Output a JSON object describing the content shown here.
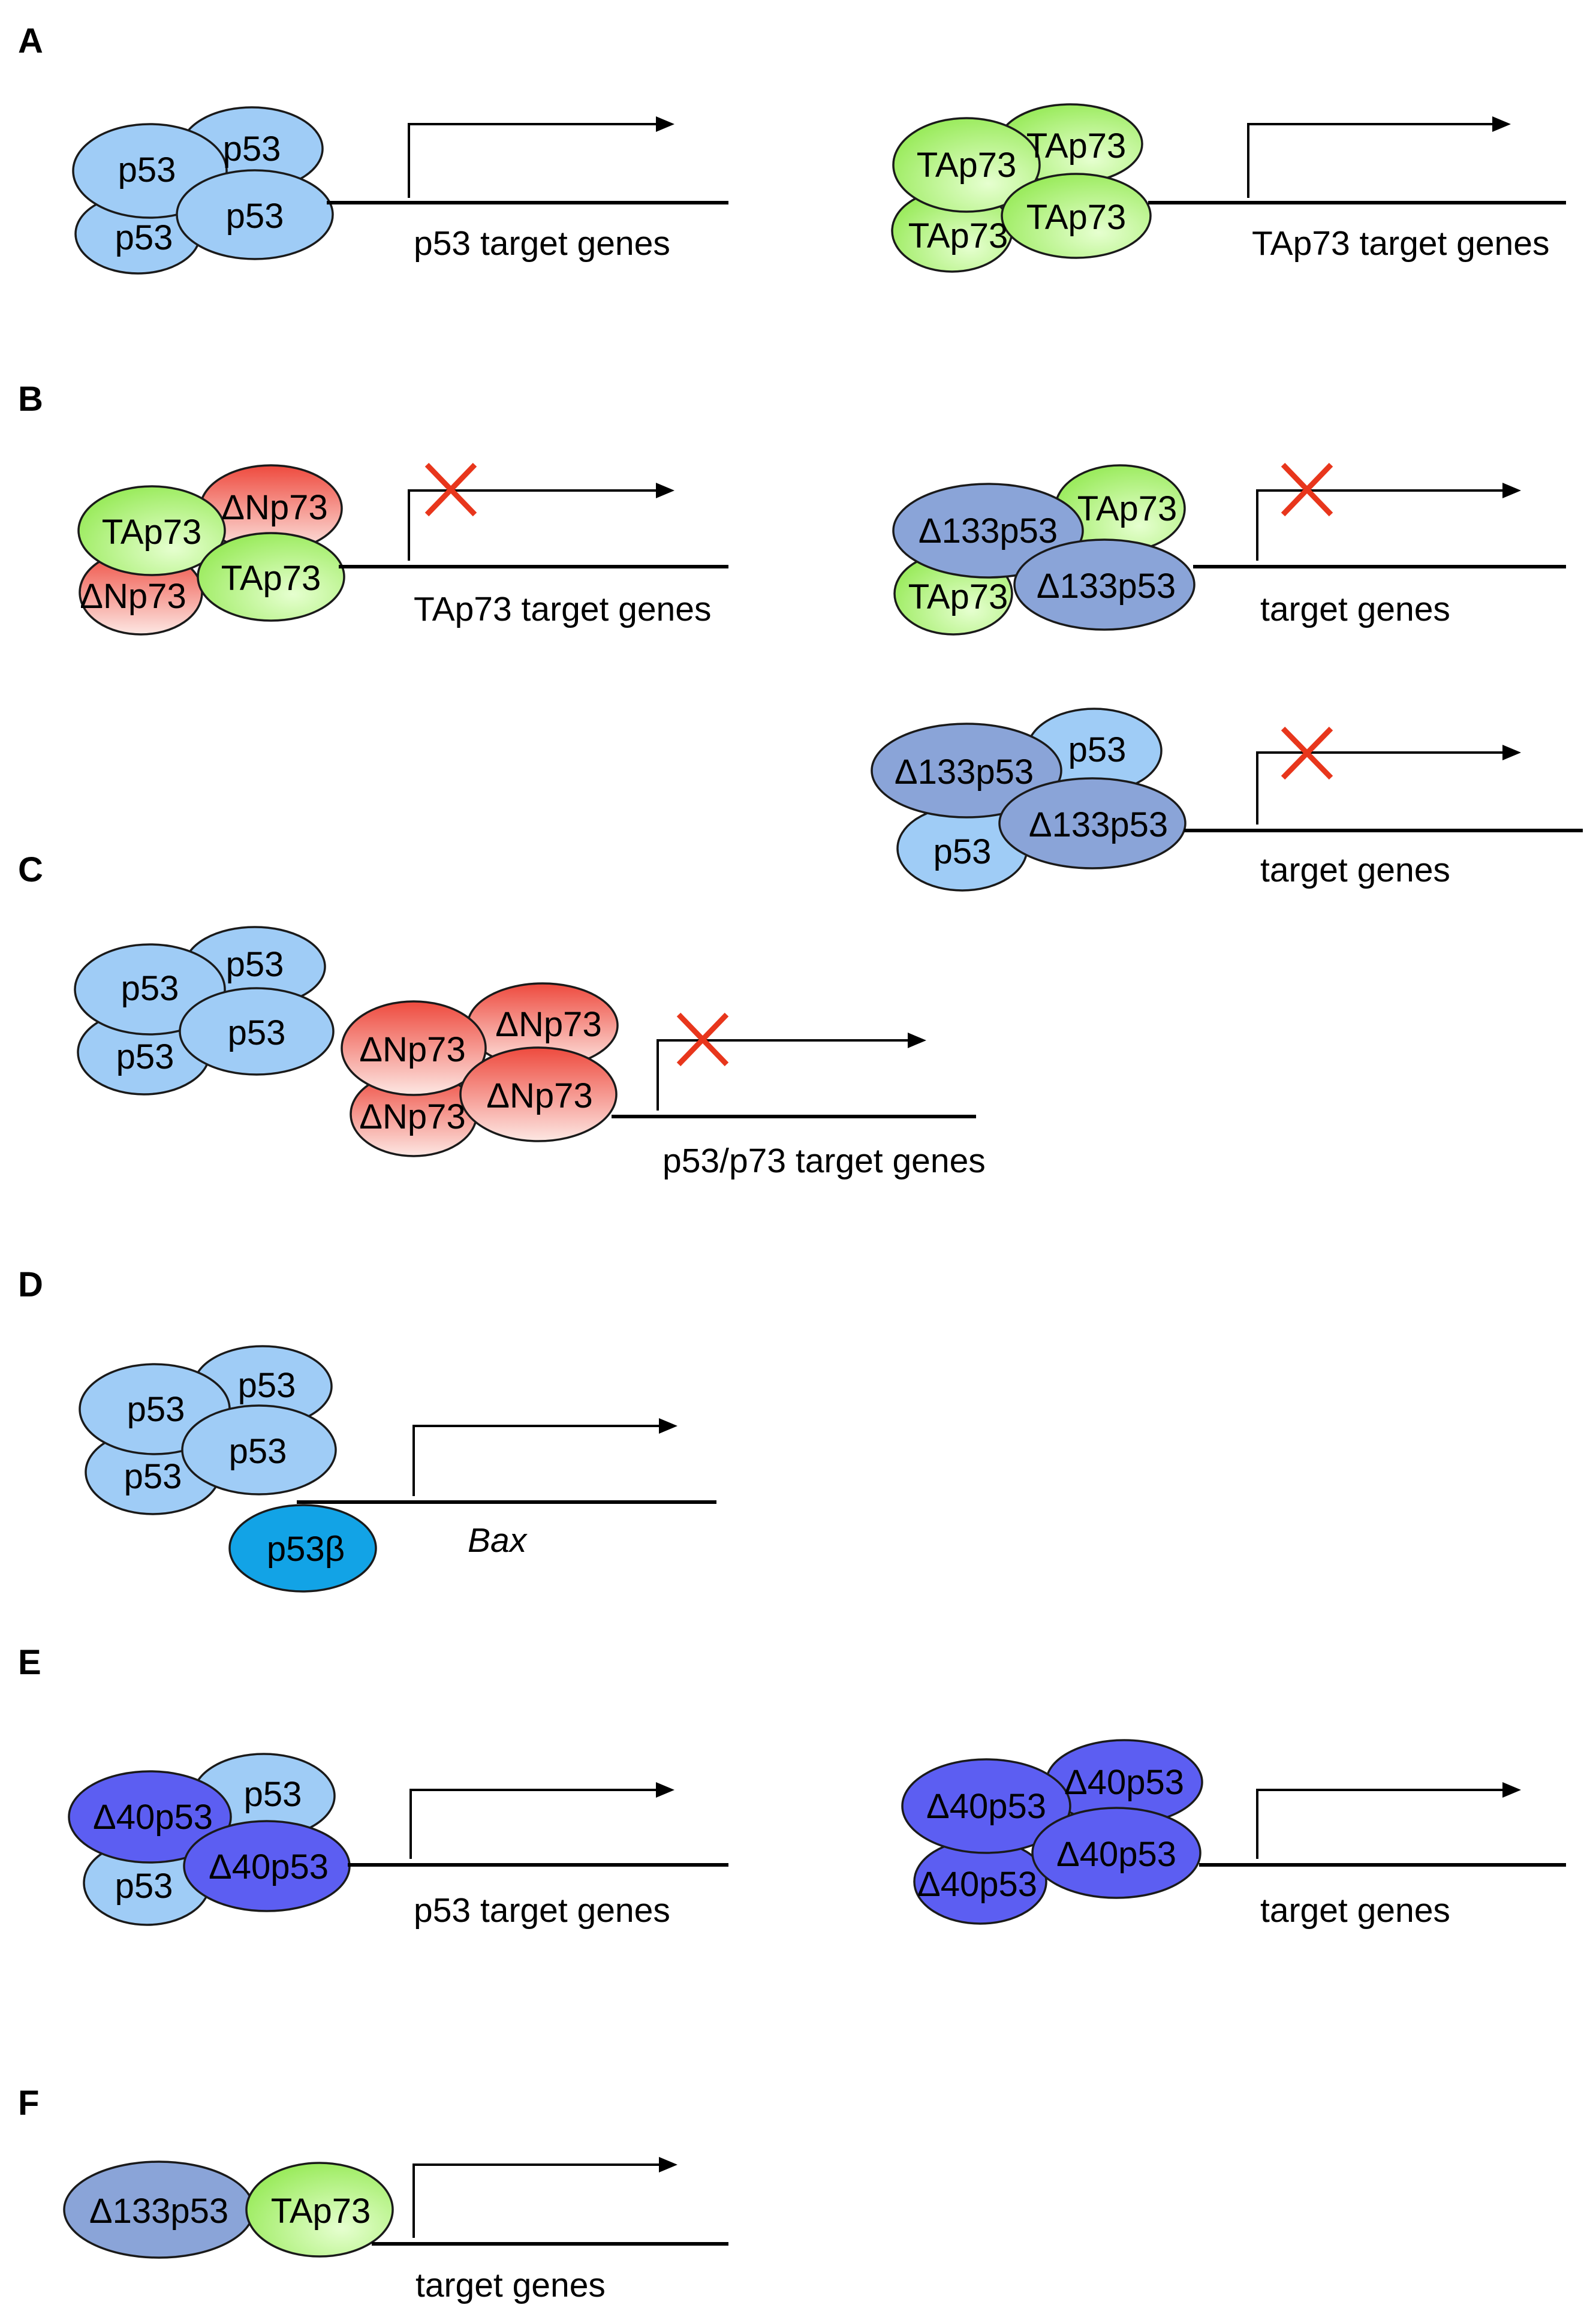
{
  "panels": {
    "A": {
      "letter": "A",
      "left": {
        "proteins": [
          "p53",
          "p53",
          "p53",
          "p53"
        ],
        "gene_label": "p53 target genes",
        "transcription": "active"
      },
      "right": {
        "proteins": [
          "TAp73",
          "TAp73",
          "TAp73",
          "TAp73"
        ],
        "gene_label": "TAp73 target genes",
        "transcription": "active"
      }
    },
    "B": {
      "letter": "B",
      "left": {
        "proteins": [
          "TAp73",
          "ΔNp73",
          "ΔNp73",
          "TAp73"
        ],
        "gene_label": "TAp73 target genes",
        "transcription": "blocked"
      },
      "right_top": {
        "proteins": [
          "Δ133p53",
          "TAp73",
          "TAp73",
          "Δ133p53"
        ],
        "gene_label": "target genes",
        "transcription": "blocked"
      },
      "right_bottom": {
        "proteins": [
          "Δ133p53",
          "p53",
          "p53",
          "Δ133p53"
        ],
        "gene_label": "target genes",
        "transcription": "blocked"
      }
    },
    "C": {
      "letter": "C",
      "p53_tetramer": [
        "p53",
        "p53",
        "p53",
        "p53"
      ],
      "dnp73_tetramer": [
        "ΔNp73",
        "ΔNp73",
        "ΔNp73",
        "ΔNp73"
      ],
      "gene_label": "p53/p73 target genes",
      "transcription": "blocked"
    },
    "D": {
      "letter": "D",
      "proteins": [
        "p53",
        "p53",
        "p53",
        "p53"
      ],
      "partner": "p53β",
      "gene_label": "Bax",
      "transcription": "active"
    },
    "E": {
      "letter": "E",
      "left": {
        "proteins": [
          "Δ40p53",
          "p53",
          "p53",
          "Δ40p53"
        ],
        "gene_label": "p53 target genes",
        "transcription": "active"
      },
      "right": {
        "proteins": [
          "Δ40p53",
          "Δ40p53",
          "Δ40p53",
          "Δ40p53"
        ],
        "gene_label": "target genes",
        "transcription": "active"
      }
    },
    "F": {
      "letter": "F",
      "proteins": [
        "Δ133p53",
        "TAp73"
      ],
      "gene_label": "target genes",
      "transcription": "active"
    }
  },
  "colors": {
    "p53": "#9fccf6",
    "TAp73": "#9bef5a",
    "ΔNp73": "#f0665a",
    "Δ133p53": "#8aa4d8",
    "Δ40p53": "#5c5ef2",
    "p53β": "#12a3e6",
    "block_cross": "#e8361c"
  }
}
